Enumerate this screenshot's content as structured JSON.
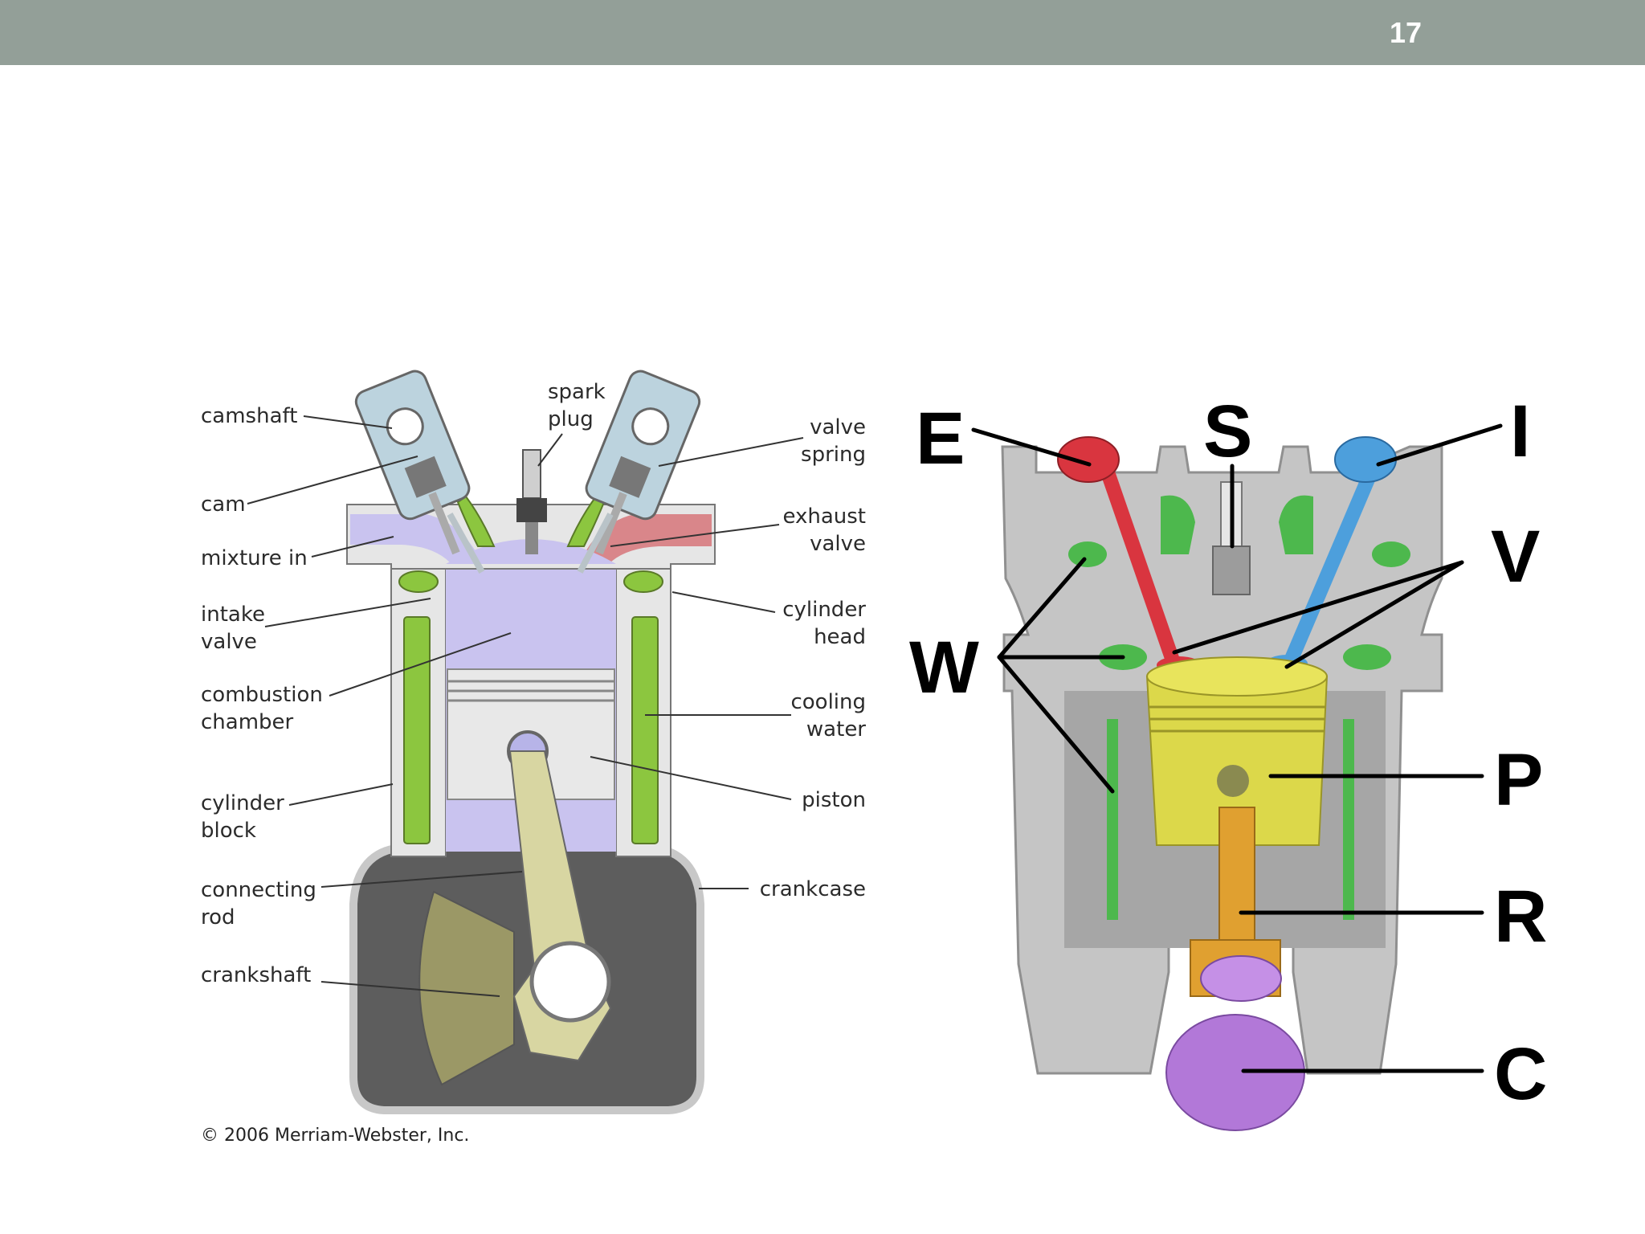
{
  "slide": {
    "page_number": "17"
  },
  "left_diagram": {
    "labels": {
      "camshaft": "camshaft",
      "cam": "cam",
      "mixture_in": "mixture in",
      "intake_valve": [
        "intake",
        "valve"
      ],
      "combustion_chamber": [
        "combustion",
        "chamber"
      ],
      "cylinder_block": [
        "cylinder",
        "block"
      ],
      "connecting_rod": [
        "connecting",
        "rod"
      ],
      "crankshaft": "crankshaft",
      "spark_plug": [
        "spark",
        "plug"
      ],
      "valve_spring": [
        "valve",
        "spring"
      ],
      "exhaust_valve": [
        "exhaust",
        "valve"
      ],
      "cylinder_head": [
        "cylinder",
        "head"
      ],
      "cooling_water": [
        "cooling",
        "water"
      ],
      "piston": "piston",
      "crankcase": "crankcase"
    },
    "copyright": "© 2006 Merriam-Webster, Inc.",
    "colors": {
      "coolant": "#8cc63f",
      "chamber": "#c9c3ef",
      "crankcase": "#5d5d5d",
      "rod": "#d8d6a2"
    }
  },
  "right_diagram": {
    "letters": {
      "E": "E",
      "S": "S",
      "I": "I",
      "V": "V",
      "W": "W",
      "P": "P",
      "R": "R",
      "C": "C"
    },
    "colors": {
      "exhaust": "#d9353f",
      "intake": "#4d9fdc",
      "piston": "#dcd84a",
      "rod": "#e0a030",
      "crank": "#b278d8",
      "water": "#4db84d"
    }
  }
}
